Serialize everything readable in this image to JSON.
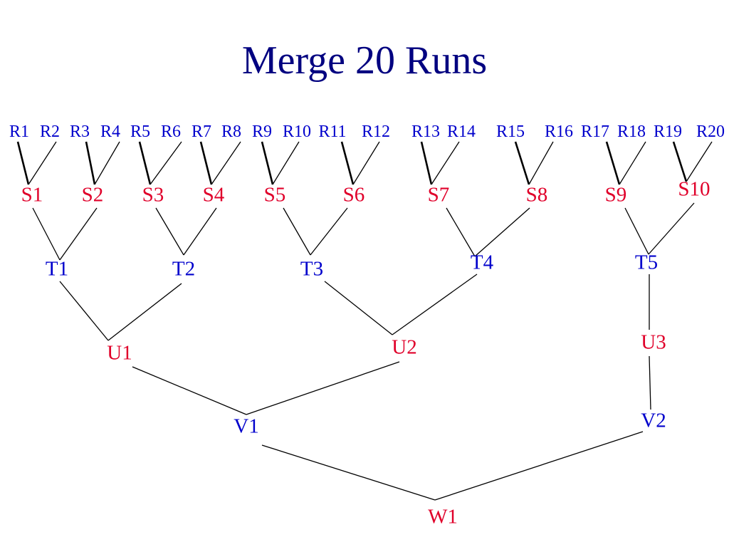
{
  "title": "Merge 20 Runs",
  "colors": {
    "title": "#000080",
    "blue_nodes": "#0000cc",
    "red_nodes": "#e0002a",
    "edges": "#000000"
  },
  "tree": {
    "runs": [
      "R1",
      "R2",
      "R3",
      "R4",
      "R5",
      "R6",
      "R7",
      "R8",
      "R9",
      "R10",
      "R11",
      "R12",
      "R13",
      "R14",
      "R15",
      "R16",
      "R17",
      "R18",
      "R19",
      "R20"
    ],
    "s_level": [
      {
        "label": "S1",
        "children": [
          "R1",
          "R2"
        ]
      },
      {
        "label": "S2",
        "children": [
          "R3",
          "R4"
        ]
      },
      {
        "label": "S3",
        "children": [
          "R5",
          "R6"
        ]
      },
      {
        "label": "S4",
        "children": [
          "R7",
          "R8"
        ]
      },
      {
        "label": "S5",
        "children": [
          "R9",
          "R10"
        ]
      },
      {
        "label": "S6",
        "children": [
          "R11",
          "R12"
        ]
      },
      {
        "label": "S7",
        "children": [
          "R13",
          "R14"
        ]
      },
      {
        "label": "S8",
        "children": [
          "R15",
          "R16"
        ]
      },
      {
        "label": "S9",
        "children": [
          "R17",
          "R18"
        ]
      },
      {
        "label": "S10",
        "children": [
          "R19",
          "R20"
        ]
      }
    ],
    "t_level": [
      {
        "label": "T1",
        "children": [
          "S1",
          "S2"
        ]
      },
      {
        "label": "T2",
        "children": [
          "S3",
          "S4"
        ]
      },
      {
        "label": "T3",
        "children": [
          "S5",
          "S6"
        ]
      },
      {
        "label": "T4",
        "children": [
          "S7",
          "S8"
        ]
      },
      {
        "label": "T5",
        "children": [
          "S9",
          "S10"
        ]
      }
    ],
    "u_level": [
      {
        "label": "U1",
        "children": [
          "T1",
          "T2"
        ]
      },
      {
        "label": "U2",
        "children": [
          "T3",
          "T4"
        ]
      },
      {
        "label": "U3",
        "children": [
          "T5"
        ]
      }
    ],
    "v_level": [
      {
        "label": "V1",
        "children": [
          "U1",
          "U2"
        ]
      },
      {
        "label": "V2",
        "children": [
          "U3"
        ]
      }
    ],
    "w_level": [
      {
        "label": "W1",
        "children": [
          "V1",
          "V2"
        ]
      }
    ]
  }
}
